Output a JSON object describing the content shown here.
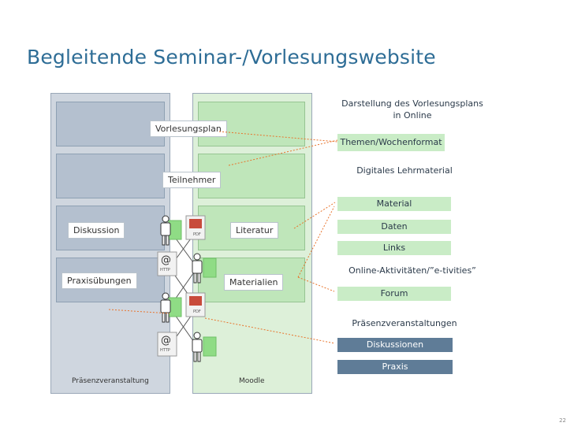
{
  "slide": {
    "title": "Begleitende Seminar-/Vorlesungswebsite",
    "page_number": "22"
  },
  "left_column": {
    "caption": "Präsenzveranstaltung",
    "blocks": [
      "Diskussion",
      "Praxisübungen"
    ]
  },
  "right_column": {
    "caption": "Moodle",
    "blocks": [
      "Literatur",
      "Materialien"
    ]
  },
  "bridge_labels": [
    "Vorlesungsplan",
    "Teilnehmer"
  ],
  "icons": {
    "pdf_label": "PDF",
    "http_label": "HTTP",
    "at_symbol": "@"
  },
  "right_panel": {
    "plan_heading": "Darstellung des Vorlesungsplans in Online",
    "plan_item": "Themen/Wochenformat",
    "digital_heading": "Digitales Lehrmaterial",
    "digital_items": [
      "Material",
      "Daten",
      "Links"
    ],
    "online_heading": "Online-Aktivitäten/”e-tivities”",
    "online_items": [
      "Forum"
    ],
    "presence_heading": "Präsenzveranstaltungen",
    "presence_items": [
      "Diskussionen",
      "Praxis"
    ]
  },
  "colors": {
    "title": "#2e6d96",
    "left_panel": "#cfd6df",
    "right_panel": "#ddf0d9",
    "green_bar": "#c9ecc6",
    "dark_bar": "#5f7c97",
    "connector": "#e8742c"
  }
}
